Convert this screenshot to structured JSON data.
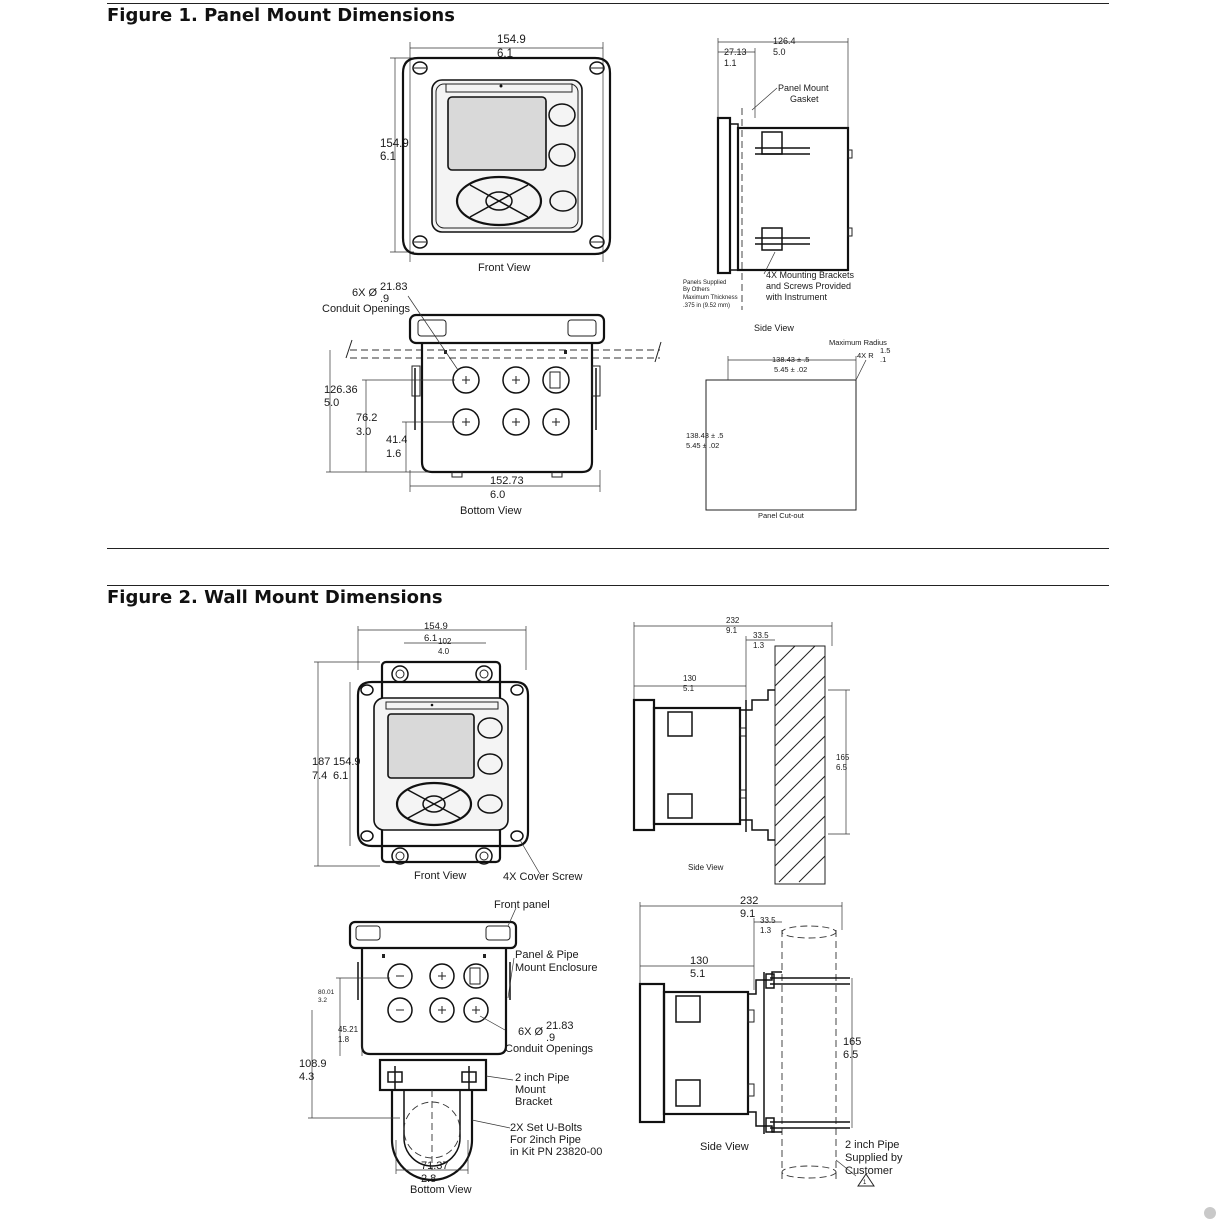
{
  "figure1": {
    "title": "Figure 1. Panel Mount Dimensions",
    "front_view": {
      "label": "Front View",
      "width_mm": "154.9",
      "width_in": "6.1",
      "height_mm": "154.9",
      "height_in": "6.1"
    },
    "side_view": {
      "label": "Side View",
      "depth_mm": "126.4",
      "depth_in": "5.0",
      "front_mm": "27.13",
      "front_in": "1.1",
      "gasket_line1": "Panel Mount",
      "gasket_line2": "Gasket",
      "panels_note": [
        "Panels Supplied",
        "By Others",
        "Maximum Thickness",
        ".375 in (9.52 mm)"
      ],
      "brackets_note": [
        "4X Mounting Brackets",
        "and Screws Provided",
        "with Instrument"
      ]
    },
    "bottom_view": {
      "label": "Bottom View",
      "conduit_count": "6X Ø",
      "conduit_mm": "21.83",
      "conduit_in": ".9",
      "conduit_label": "Conduit Openings",
      "h1_mm": "126.36",
      "h1_in": "5.0",
      "h2_mm": "76.2",
      "h2_in": "3.0",
      "h3_mm": "41.4",
      "h3_in": "1.6",
      "width_mm": "152.73",
      "width_in": "6.0"
    },
    "cutout": {
      "label": "Panel Cut-out",
      "radius_label": "Maximum Radius",
      "radius_count": "4X R",
      "radius_mm": "1.5",
      "radius_in": ".1",
      "w_mm": "138.43 ± .5",
      "w_in": "5.45 ± .02",
      "h_mm": "138.43 ± .5",
      "h_in": "5.45 ± .02"
    }
  },
  "figure2": {
    "title": "Figure 2. Wall Mount Dimensions",
    "front_view": {
      "label": "Front View",
      "w_mm": "154.9",
      "w_in": "6.1",
      "hole_mm": "102",
      "hole_in": "4.0",
      "h_mm": "154.9",
      "h_in": "6.1",
      "total_mm": "187",
      "total_in": "7.4",
      "screw_label": "4X Cover Screw"
    },
    "wall_side": {
      "label": "Side View",
      "total_mm": "232",
      "total_in": "9.1",
      "offset_mm": "33.5",
      "offset_in": "1.3",
      "body_mm": "130",
      "body_in": "5.1",
      "h_mm": "165",
      "h_in": "6.5"
    },
    "pipe_bottom": {
      "label": "Bottom View",
      "front_panel": "Front panel",
      "enclosure_line1": "Panel & Pipe",
      "enclosure_line2": "Mount Enclosure",
      "h1_mm": "80.01",
      "h1_in": "3.2",
      "h2_mm": "45.21",
      "h2_in": "1.8",
      "h3_mm": "108.9",
      "h3_in": "4.3",
      "conduit_count": "6X Ø",
      "conduit_mm": "21.83",
      "conduit_in": ".9",
      "conduit_label": "Conduit Openings",
      "bracket_note": [
        "2 inch Pipe",
        "Mount",
        "Bracket"
      ],
      "ubolt_note": [
        "2X Set U-Bolts",
        "For 2inch Pipe",
        "in Kit PN 23820-00"
      ],
      "w_mm": "71.37",
      "w_in": "2.8"
    },
    "pipe_side": {
      "label": "Side View",
      "total_mm": "232",
      "total_in": "9.1",
      "offset_mm": "33.5",
      "offset_in": "1.3",
      "body_mm": "130",
      "body_in": "5.1",
      "h_mm": "165",
      "h_in": "6.5",
      "pipe_note": [
        "2 inch Pipe",
        "Supplied by",
        "Customer"
      ]
    }
  }
}
